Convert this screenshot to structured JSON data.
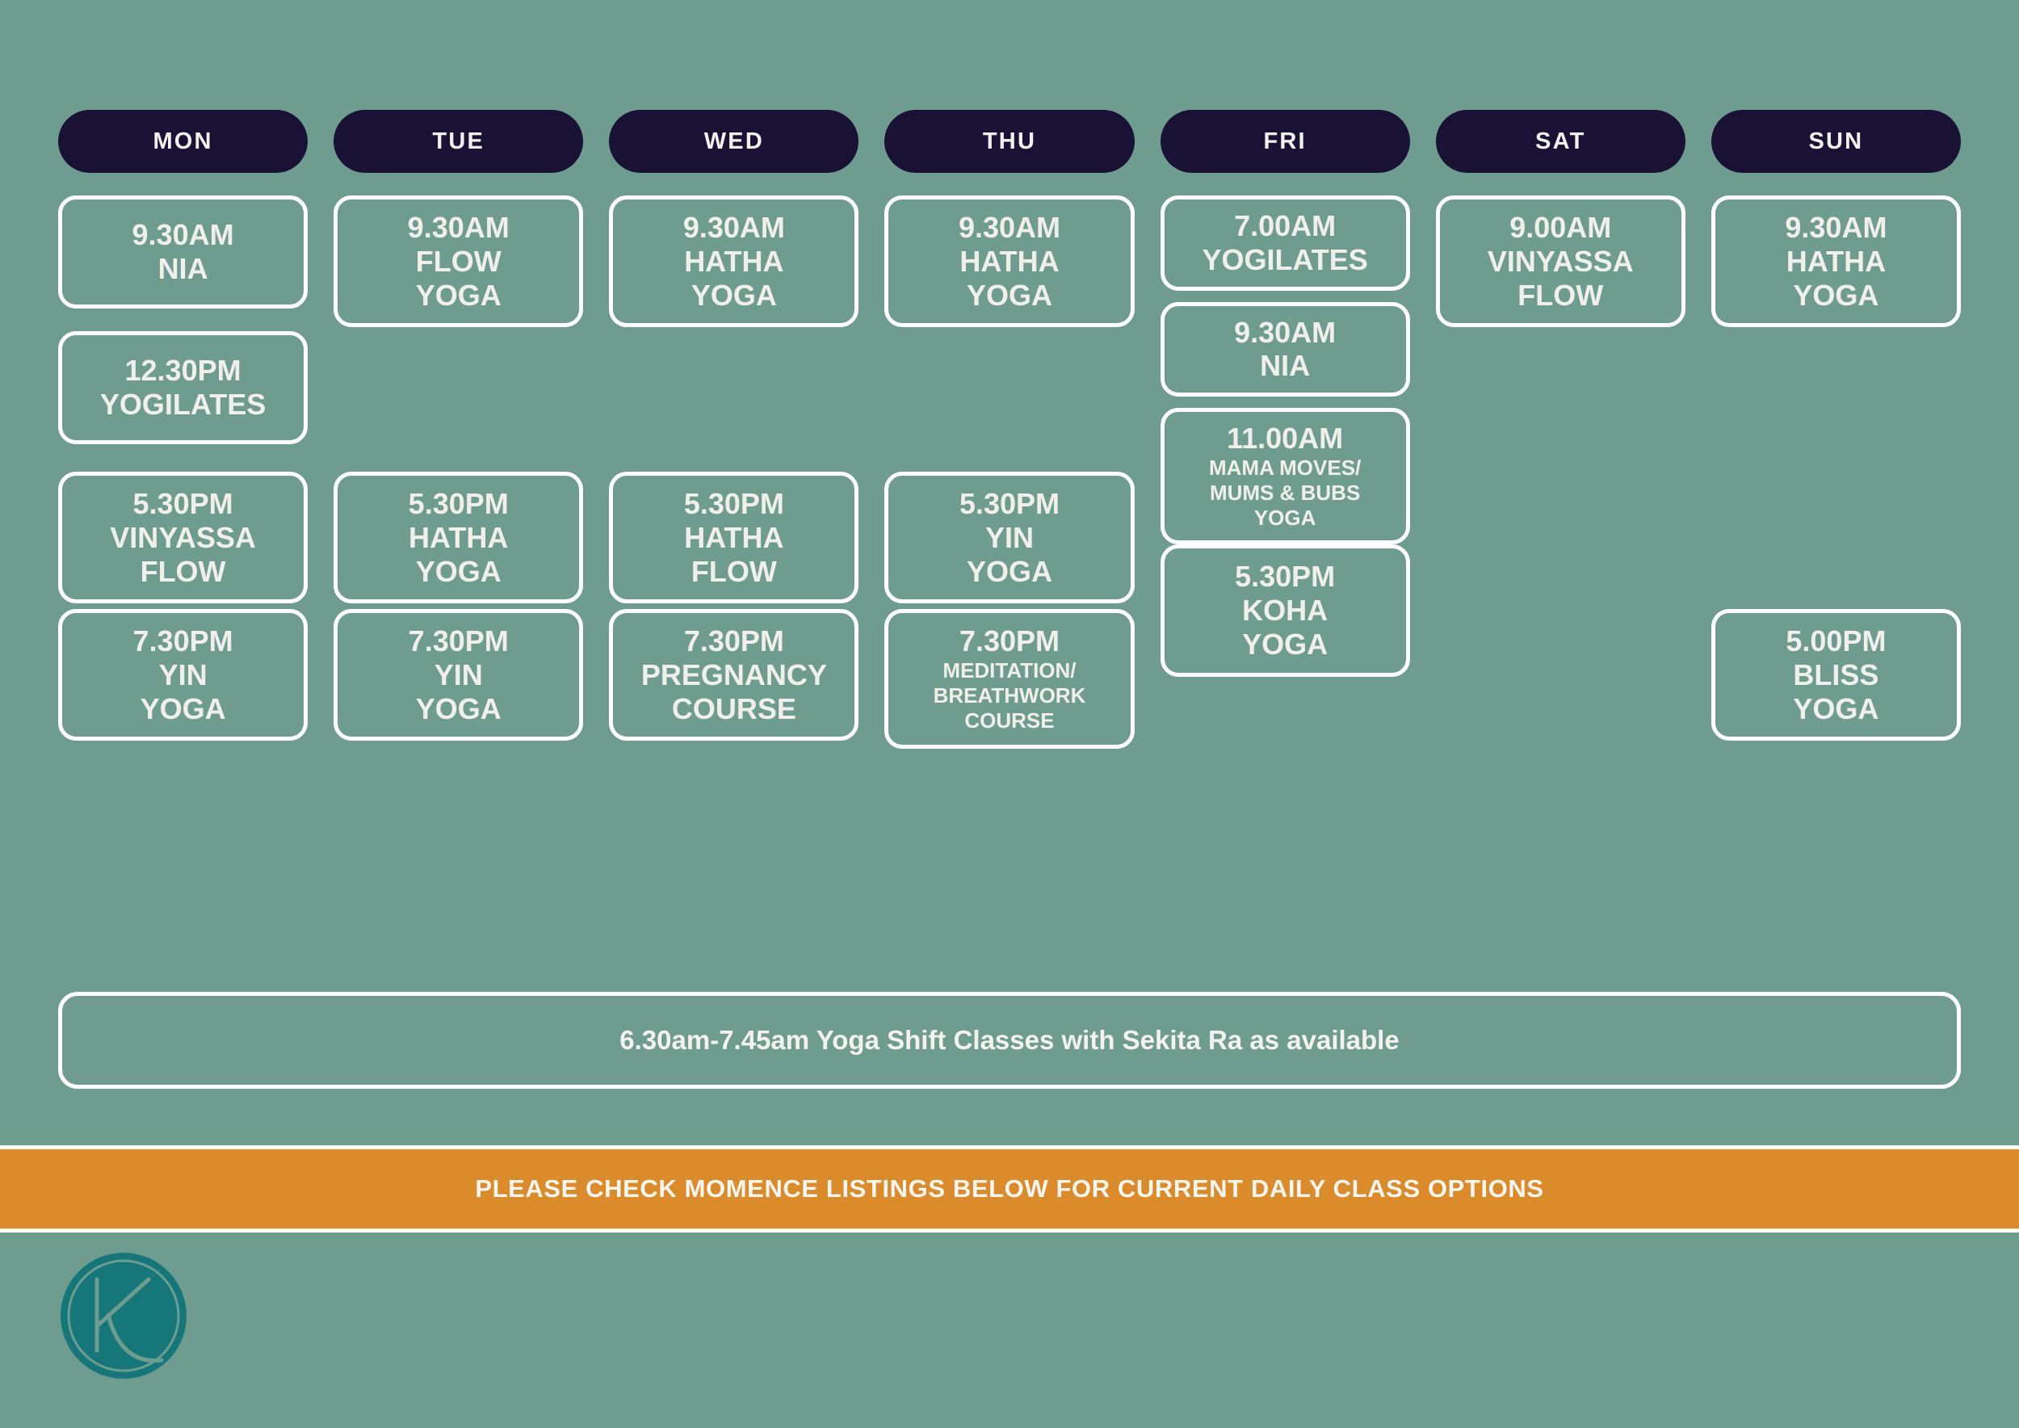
{
  "theme": {
    "background": "#6e9d90",
    "header_pill": "#1a1235",
    "card_border": "#ffffff",
    "text": "#f1efe9",
    "banner": "#db8b29",
    "logo_circle": "#15777a"
  },
  "schedule": {
    "days": [
      {
        "label": "MON",
        "aligned": true,
        "slots": [
          {
            "time": "9.30AM",
            "name": "NIA"
          },
          {
            "time": "12.30PM",
            "name": "YOGILATES"
          },
          {
            "time": "5.30PM",
            "name": "VINYASSA\nFLOW"
          },
          {
            "time": "7.30PM",
            "name": "YIN\nYOGA"
          }
        ]
      },
      {
        "label": "TUE",
        "aligned": true,
        "slots": [
          {
            "time": "9.30AM",
            "name": "FLOW\nYOGA"
          },
          null,
          {
            "time": "5.30PM",
            "name": "HATHA\nYOGA"
          },
          {
            "time": "7.30PM",
            "name": "YIN\nYOGA"
          }
        ]
      },
      {
        "label": "WED",
        "aligned": true,
        "slots": [
          {
            "time": "9.30AM",
            "name": "HATHA\nYOGA"
          },
          null,
          {
            "time": "5.30PM",
            "name": "HATHA\nFLOW"
          },
          {
            "time": "7.30PM",
            "name": "PREGNANCY\nCOURSE"
          }
        ]
      },
      {
        "label": "THU",
        "aligned": true,
        "slots": [
          {
            "time": "9.30AM",
            "name": "HATHA\nYOGA"
          },
          null,
          {
            "time": "5.30PM",
            "name": "YIN\nYOGA"
          },
          {
            "time": "7.30PM",
            "name": "MEDITATION/\nBREATHWORK\nCOURSE",
            "small": true
          }
        ]
      },
      {
        "label": "FRI",
        "aligned": false,
        "stacked": [
          {
            "time": "7.00AM",
            "name": "YOGILATES"
          },
          {
            "time": "9.30AM",
            "name": "NIA"
          },
          {
            "time": "11.00AM",
            "name": "MAMA MOVES/\nMUMS & BUBS\nYOGA",
            "small": true
          }
        ],
        "slots": [
          null,
          null,
          null,
          {
            "time": "5.30PM",
            "name": "KOHA\nYOGA"
          }
        ]
      },
      {
        "label": "SAT",
        "aligned": true,
        "slots": [
          {
            "time": "9.00AM",
            "name": "VINYASSA\nFLOW"
          },
          null,
          null,
          null
        ]
      },
      {
        "label": "SUN",
        "aligned": true,
        "slots": [
          {
            "time": "9.30AM",
            "name": "HATHA\nYOGA"
          },
          null,
          null,
          {
            "time": "5.00PM",
            "name": "BLISS\nYOGA"
          }
        ]
      }
    ]
  },
  "note": {
    "text": "6.30am-7.45am Yoga Shift Classes with Sekita Ra as available"
  },
  "banner": {
    "text": "PLEASE CHECK MOMENCE LISTINGS BELOW FOR CURRENT DAILY CLASS OPTIONS"
  },
  "logo": {
    "monogram": "K"
  }
}
